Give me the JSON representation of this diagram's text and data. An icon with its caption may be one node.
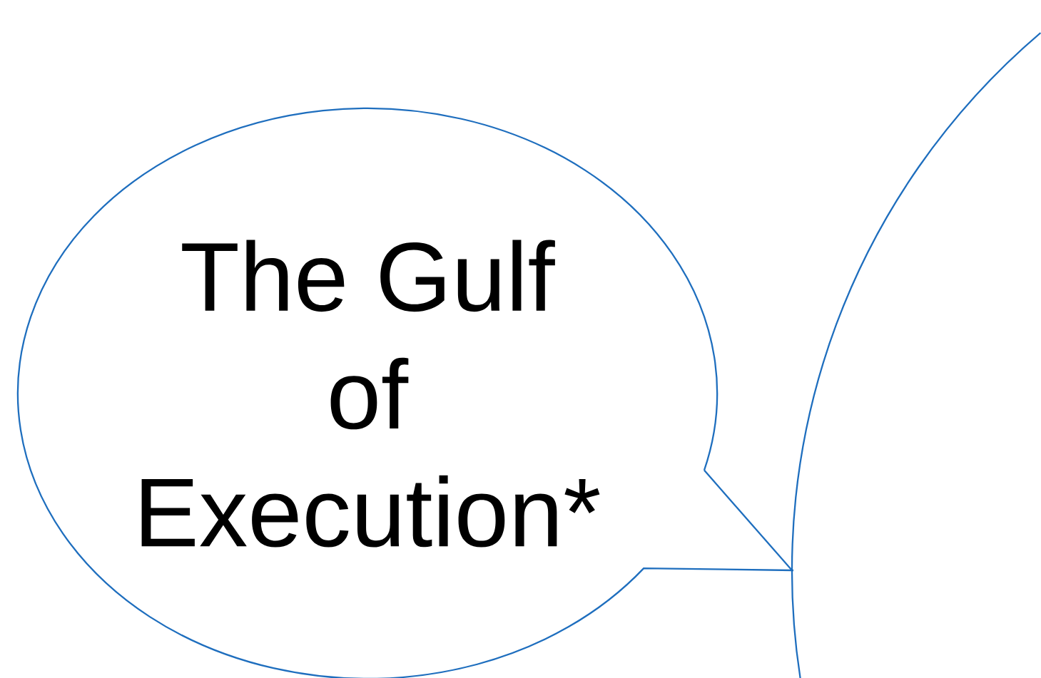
{
  "diagram": {
    "nodes": [
      {
        "text": [
          "The Gulf of Execution*"
        ]
      },
      {
        "text": [],
        "shape": "circle"
      }
    ],
    "edges": [
      {
        "from": 0,
        "to": 1,
        "arrow": "none"
      }
    ]
  }
}
